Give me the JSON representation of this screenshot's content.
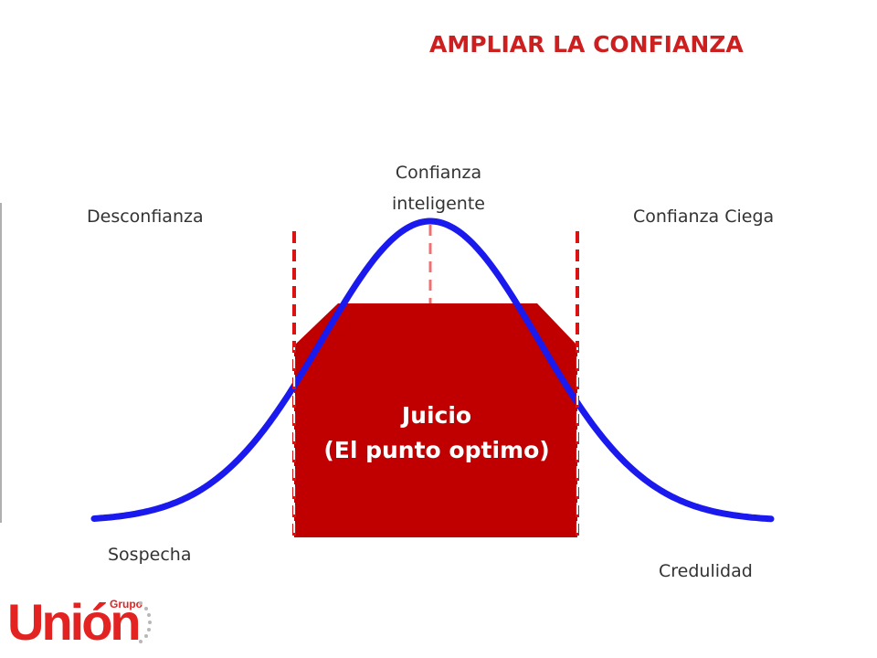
{
  "title": "AMPLIAR LA CONFIANZA",
  "labels": {
    "peak_line1": "Confianza",
    "peak_line2": "inteligente",
    "left": "Desconfianza",
    "right": "Confianza Ciega",
    "bottom_left": "Sospecha",
    "bottom_right": "Credulidad"
  },
  "center_box": {
    "line1": "Juicio",
    "line2": "(El punto optimo)"
  },
  "logo": {
    "word": "Unión",
    "sub": "Grupo"
  },
  "colors": {
    "title": "#cc1f1f",
    "curve": "#1a1aee",
    "box": "#c00000",
    "dashed_bounds": "#dd1111",
    "center_dash": "#ee7070",
    "logo": "#e32222"
  }
}
